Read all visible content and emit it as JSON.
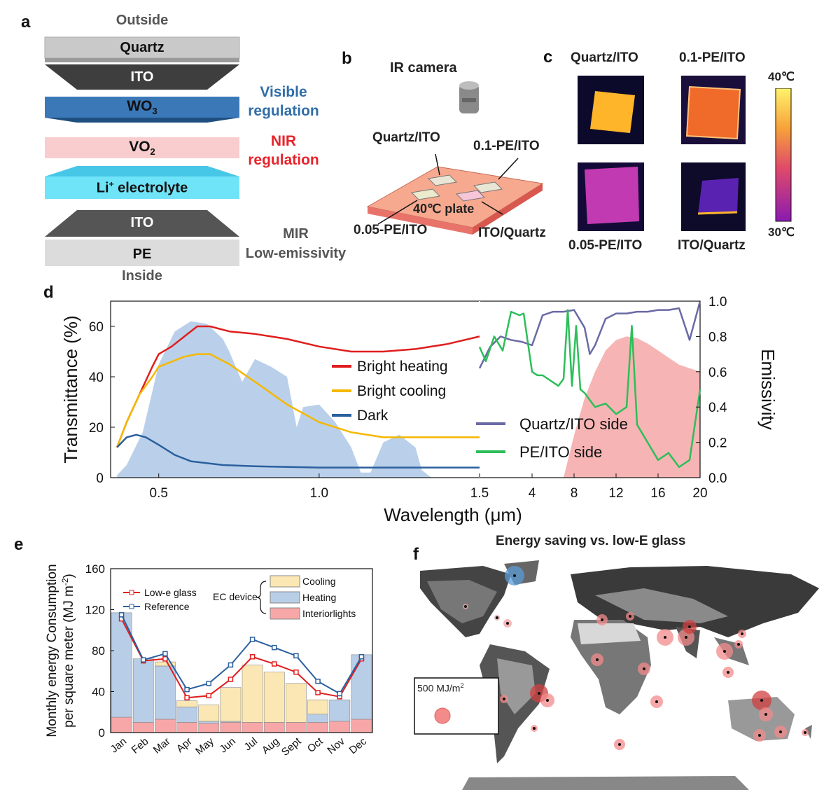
{
  "panels": {
    "a": "a",
    "b": "b",
    "c": "c",
    "d": "d",
    "e": "e",
    "f": "f"
  },
  "panel_a": {
    "outside": "Outside",
    "quartz": "Quartz",
    "ito_top": "ITO",
    "wo3": "WO",
    "wo3_sub": "3",
    "vo2": "VO",
    "vo2_sub": "2",
    "li_electrolyte": "Li",
    "li_sup": "+",
    "li_rest": " electrolyte",
    "ito_bottom": "ITO",
    "pe": "PE",
    "inside": "Inside",
    "visible_line1": "Visible",
    "visible_line2": "regulation",
    "nir_line1": "NIR",
    "nir_line2": "regulation",
    "mir_line1": "MIR",
    "mir_line2": "Low-emissivity",
    "colors": {
      "visible": "#2f6ea8",
      "nir": "#e8232a",
      "mir": "#555555"
    }
  },
  "panel_b": {
    "ir_camera": "IR camera",
    "quartz_ito": "Quartz/ITO",
    "pe01_ito": "0.1-PE/ITO",
    "plate": "40℃ plate",
    "pe005_ito": "0.05-PE/ITO",
    "ito_quartz": "ITO/Quartz"
  },
  "panel_c": {
    "tl": "Quartz/ITO",
    "tr": "0.1-PE/ITO",
    "bl": "0.05-PE/ITO",
    "br": "ITO/Quartz",
    "cb_max": "40℃",
    "cb_min": "30℃"
  },
  "panel_e": {
    "ylabel1": "Monthly energy Consumption",
    "ylabel2": "per square meter (MJ m",
    "ylabel_sup": "-2",
    "ylabel_end": ")",
    "legend_lowe": "Low-e glass",
    "legend_ref": "Reference",
    "legend_ec": "EC device",
    "legend_cooling": "Cooling",
    "legend_heating": "Heating",
    "legend_lights": "Interiorlights"
  },
  "panel_f": {
    "title": "Energy saving vs. low-E glass",
    "scale_label": "500 MJ/m",
    "scale_sup": "2"
  },
  "chart_data": [
    {
      "type": "line",
      "panel": "d-left",
      "xlabel": "Wavelength (μm)",
      "ylabel": "Transmittance (%)",
      "xlim": [
        0.35,
        1.5
      ],
      "ylim": [
        0,
        70
      ],
      "xticks": [
        "0.5",
        "1.0",
        "1.5"
      ],
      "yticks": [
        "0",
        "20",
        "40",
        "60"
      ],
      "legend": "center-right",
      "series": [
        {
          "name": "Bright heating",
          "color": "#e01e1e",
          "x": [
            0.37,
            0.4,
            0.44,
            0.48,
            0.5,
            0.54,
            0.58,
            0.62,
            0.66,
            0.72,
            0.8,
            0.9,
            1.0,
            1.1,
            1.2,
            1.3,
            1.4,
            1.5
          ],
          "y": [
            12,
            22,
            33,
            44,
            49,
            52,
            56,
            60,
            60,
            58,
            57,
            55,
            52,
            50,
            50,
            51,
            53,
            56
          ]
        },
        {
          "name": "Bright cooling",
          "color": "#f5b800",
          "x": [
            0.37,
            0.4,
            0.44,
            0.48,
            0.5,
            0.54,
            0.58,
            0.62,
            0.66,
            0.72,
            0.8,
            0.9,
            1.0,
            1.1,
            1.2,
            1.3,
            1.4,
            1.5
          ],
          "y": [
            12,
            22,
            33,
            40,
            44,
            46,
            48,
            49,
            49,
            45,
            38,
            29,
            22,
            18,
            16,
            16,
            16,
            16
          ]
        },
        {
          "name": "Dark",
          "color": "#2b5f9e",
          "x": [
            0.37,
            0.4,
            0.43,
            0.46,
            0.5,
            0.55,
            0.6,
            0.7,
            0.8,
            1.0,
            1.2,
            1.5
          ],
          "y": [
            12,
            16,
            17,
            16,
            13,
            9,
            6.5,
            5,
            4.5,
            4,
            4,
            4
          ]
        }
      ],
      "background_series": {
        "name": "",
        "color": "#aec8e6",
        "x": [
          0.37,
          0.4,
          0.45,
          0.5,
          0.55,
          0.6,
          0.65,
          0.7,
          0.72,
          0.76,
          0.8,
          0.85,
          0.9,
          0.93,
          0.95,
          1.0,
          1.05,
          1.1,
          1.13,
          1.16,
          1.2,
          1.25,
          1.3,
          1.32,
          1.35
        ],
        "y": [
          1,
          5,
          18,
          45,
          58,
          62,
          61,
          55,
          50,
          38,
          47,
          44,
          40,
          20,
          28,
          29,
          22,
          12,
          2,
          2,
          14,
          17,
          12,
          3,
          0
        ]
      }
    },
    {
      "type": "line",
      "panel": "d-right",
      "xlabel": "Wavelength (μm)",
      "ylabel": "Emissivity",
      "xlim": [
        1.5,
        20
      ],
      "ylim": [
        0,
        1.0
      ],
      "xticks": [
        "1.5",
        "4",
        "8",
        "12",
        "16",
        "20"
      ],
      "yticks": [
        "0.0",
        "0.2",
        "0.4",
        "0.6",
        "0.8",
        "1.0"
      ],
      "legend": "lower-center",
      "series": [
        {
          "name": "Quartz/ITO side",
          "color": "#6a6aa5",
          "x": [
            1.5,
            2.0,
            2.5,
            3.0,
            3.5,
            4.0,
            5.0,
            6.0,
            7.0,
            8.0,
            9.0,
            9.5,
            10,
            11,
            12,
            13,
            14,
            15,
            16,
            17,
            18,
            19,
            20
          ],
          "y": [
            0.62,
            0.74,
            0.8,
            0.78,
            0.77,
            0.75,
            0.92,
            0.94,
            0.94,
            0.95,
            0.85,
            0.7,
            0.75,
            0.9,
            0.93,
            0.93,
            0.94,
            0.94,
            0.95,
            0.95,
            0.96,
            0.78,
            1.0
          ]
        },
        {
          "name": "PE/ITO side",
          "color": "#2dbe5a",
          "x": [
            1.5,
            1.8,
            2.2,
            2.6,
            3.0,
            3.4,
            3.6,
            4.0,
            4.5,
            5.0,
            5.5,
            6.0,
            6.5,
            7.0,
            7.4,
            7.8,
            8.2,
            8.6,
            9.0,
            10,
            11,
            12,
            13,
            13.5,
            14,
            15,
            16,
            17,
            18,
            19,
            20
          ],
          "y": [
            0.74,
            0.66,
            0.8,
            0.72,
            0.94,
            0.92,
            0.93,
            0.6,
            0.58,
            0.58,
            0.56,
            0.54,
            0.52,
            0.56,
            0.95,
            0.52,
            0.86,
            0.5,
            0.48,
            0.4,
            0.42,
            0.36,
            0.4,
            0.86,
            0.3,
            0.2,
            0.1,
            0.14,
            0.06,
            0.1,
            0.5
          ]
        }
      ],
      "background_series": {
        "name": "",
        "color": "#f6a7a7",
        "x": [
          7,
          8,
          9,
          10,
          11,
          12,
          13,
          14,
          15,
          16,
          17,
          18,
          19,
          20
        ],
        "y": [
          0.0,
          0.24,
          0.45,
          0.6,
          0.72,
          0.78,
          0.8,
          0.79,
          0.76,
          0.72,
          0.68,
          0.64,
          0.62,
          0.6
        ]
      }
    },
    {
      "type": "bar",
      "panel": "e",
      "stacked": true,
      "categories": [
        "Jan",
        "Feb",
        "Mar",
        "Apr",
        "May",
        "Jun",
        "Jul",
        "Aug",
        "Sept",
        "Oct",
        "Nov",
        "Dec"
      ],
      "ylim": [
        0,
        160
      ],
      "yticks": [
        "0",
        "40",
        "80",
        "120",
        "160"
      ],
      "series": [
        {
          "name": "Interiorlights",
          "color": "#f7a7a7",
          "values": [
            15,
            10,
            13,
            10,
            9,
            10,
            10,
            10,
            10,
            10,
            11,
            13
          ]
        },
        {
          "name": "Heating",
          "color": "#b8cde6",
          "values": [
            102,
            62,
            52,
            15,
            2,
            1,
            0,
            0,
            0,
            8,
            21,
            63
          ]
        },
        {
          "name": "Cooling",
          "color": "#fbe7b3",
          "values": [
            0,
            0,
            4,
            6,
            16,
            33,
            56,
            49,
            38,
            14,
            0,
            0
          ]
        }
      ],
      "lines": [
        {
          "name": "Low-e glass",
          "color": "#e01e1e",
          "values": [
            111,
            70,
            72,
            34,
            36,
            52,
            74,
            67,
            59,
            39,
            35,
            72
          ]
        },
        {
          "name": "Reference",
          "color": "#2b5f9e",
          "values": [
            115,
            71,
            77,
            42,
            48,
            66,
            91,
            83,
            75,
            50,
            38,
            74
          ]
        }
      ]
    }
  ]
}
